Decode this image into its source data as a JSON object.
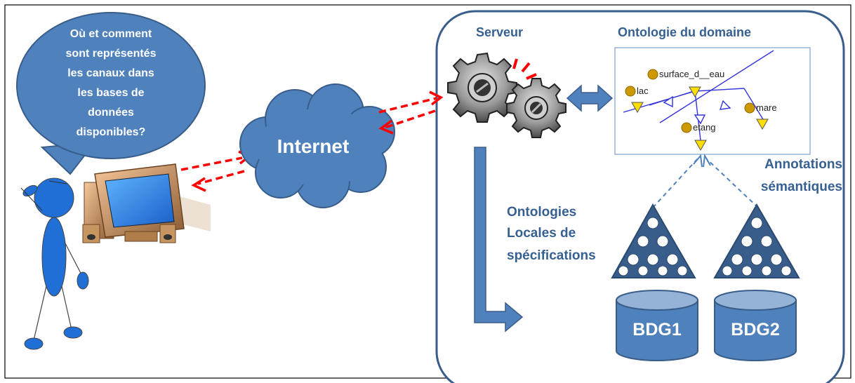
{
  "speech_bubble": {
    "lines": [
      "Où et comment",
      "sont représentés",
      "les canaux dans",
      "les bases de",
      "données",
      "disponibles?"
    ]
  },
  "cloud": {
    "label": "Internet"
  },
  "server": {
    "label": "Serveur"
  },
  "ontology": {
    "title": "Ontologie du domaine",
    "nodes": {
      "surface": "surface_d__eau",
      "lac": "lac",
      "mare": "mare",
      "etang": "etang"
    }
  },
  "annotations": {
    "lines": [
      "Annotations",
      "sémantiques"
    ]
  },
  "local_ontologies": {
    "lines": [
      "Ontologies",
      "Locales de",
      "spécifications"
    ]
  },
  "databases": [
    "BDG1",
    "BDG2"
  ],
  "colors": {
    "blue_fill": "#4f81bd",
    "blue_dark": "#385d8a",
    "text_blue": "#376092",
    "person_blue": "#1f6fd6",
    "dashed_red": "#ff0000",
    "ontology_line": "#3333dd",
    "node_orange": "#cc9900",
    "node_yellow": "#ffdd00"
  }
}
